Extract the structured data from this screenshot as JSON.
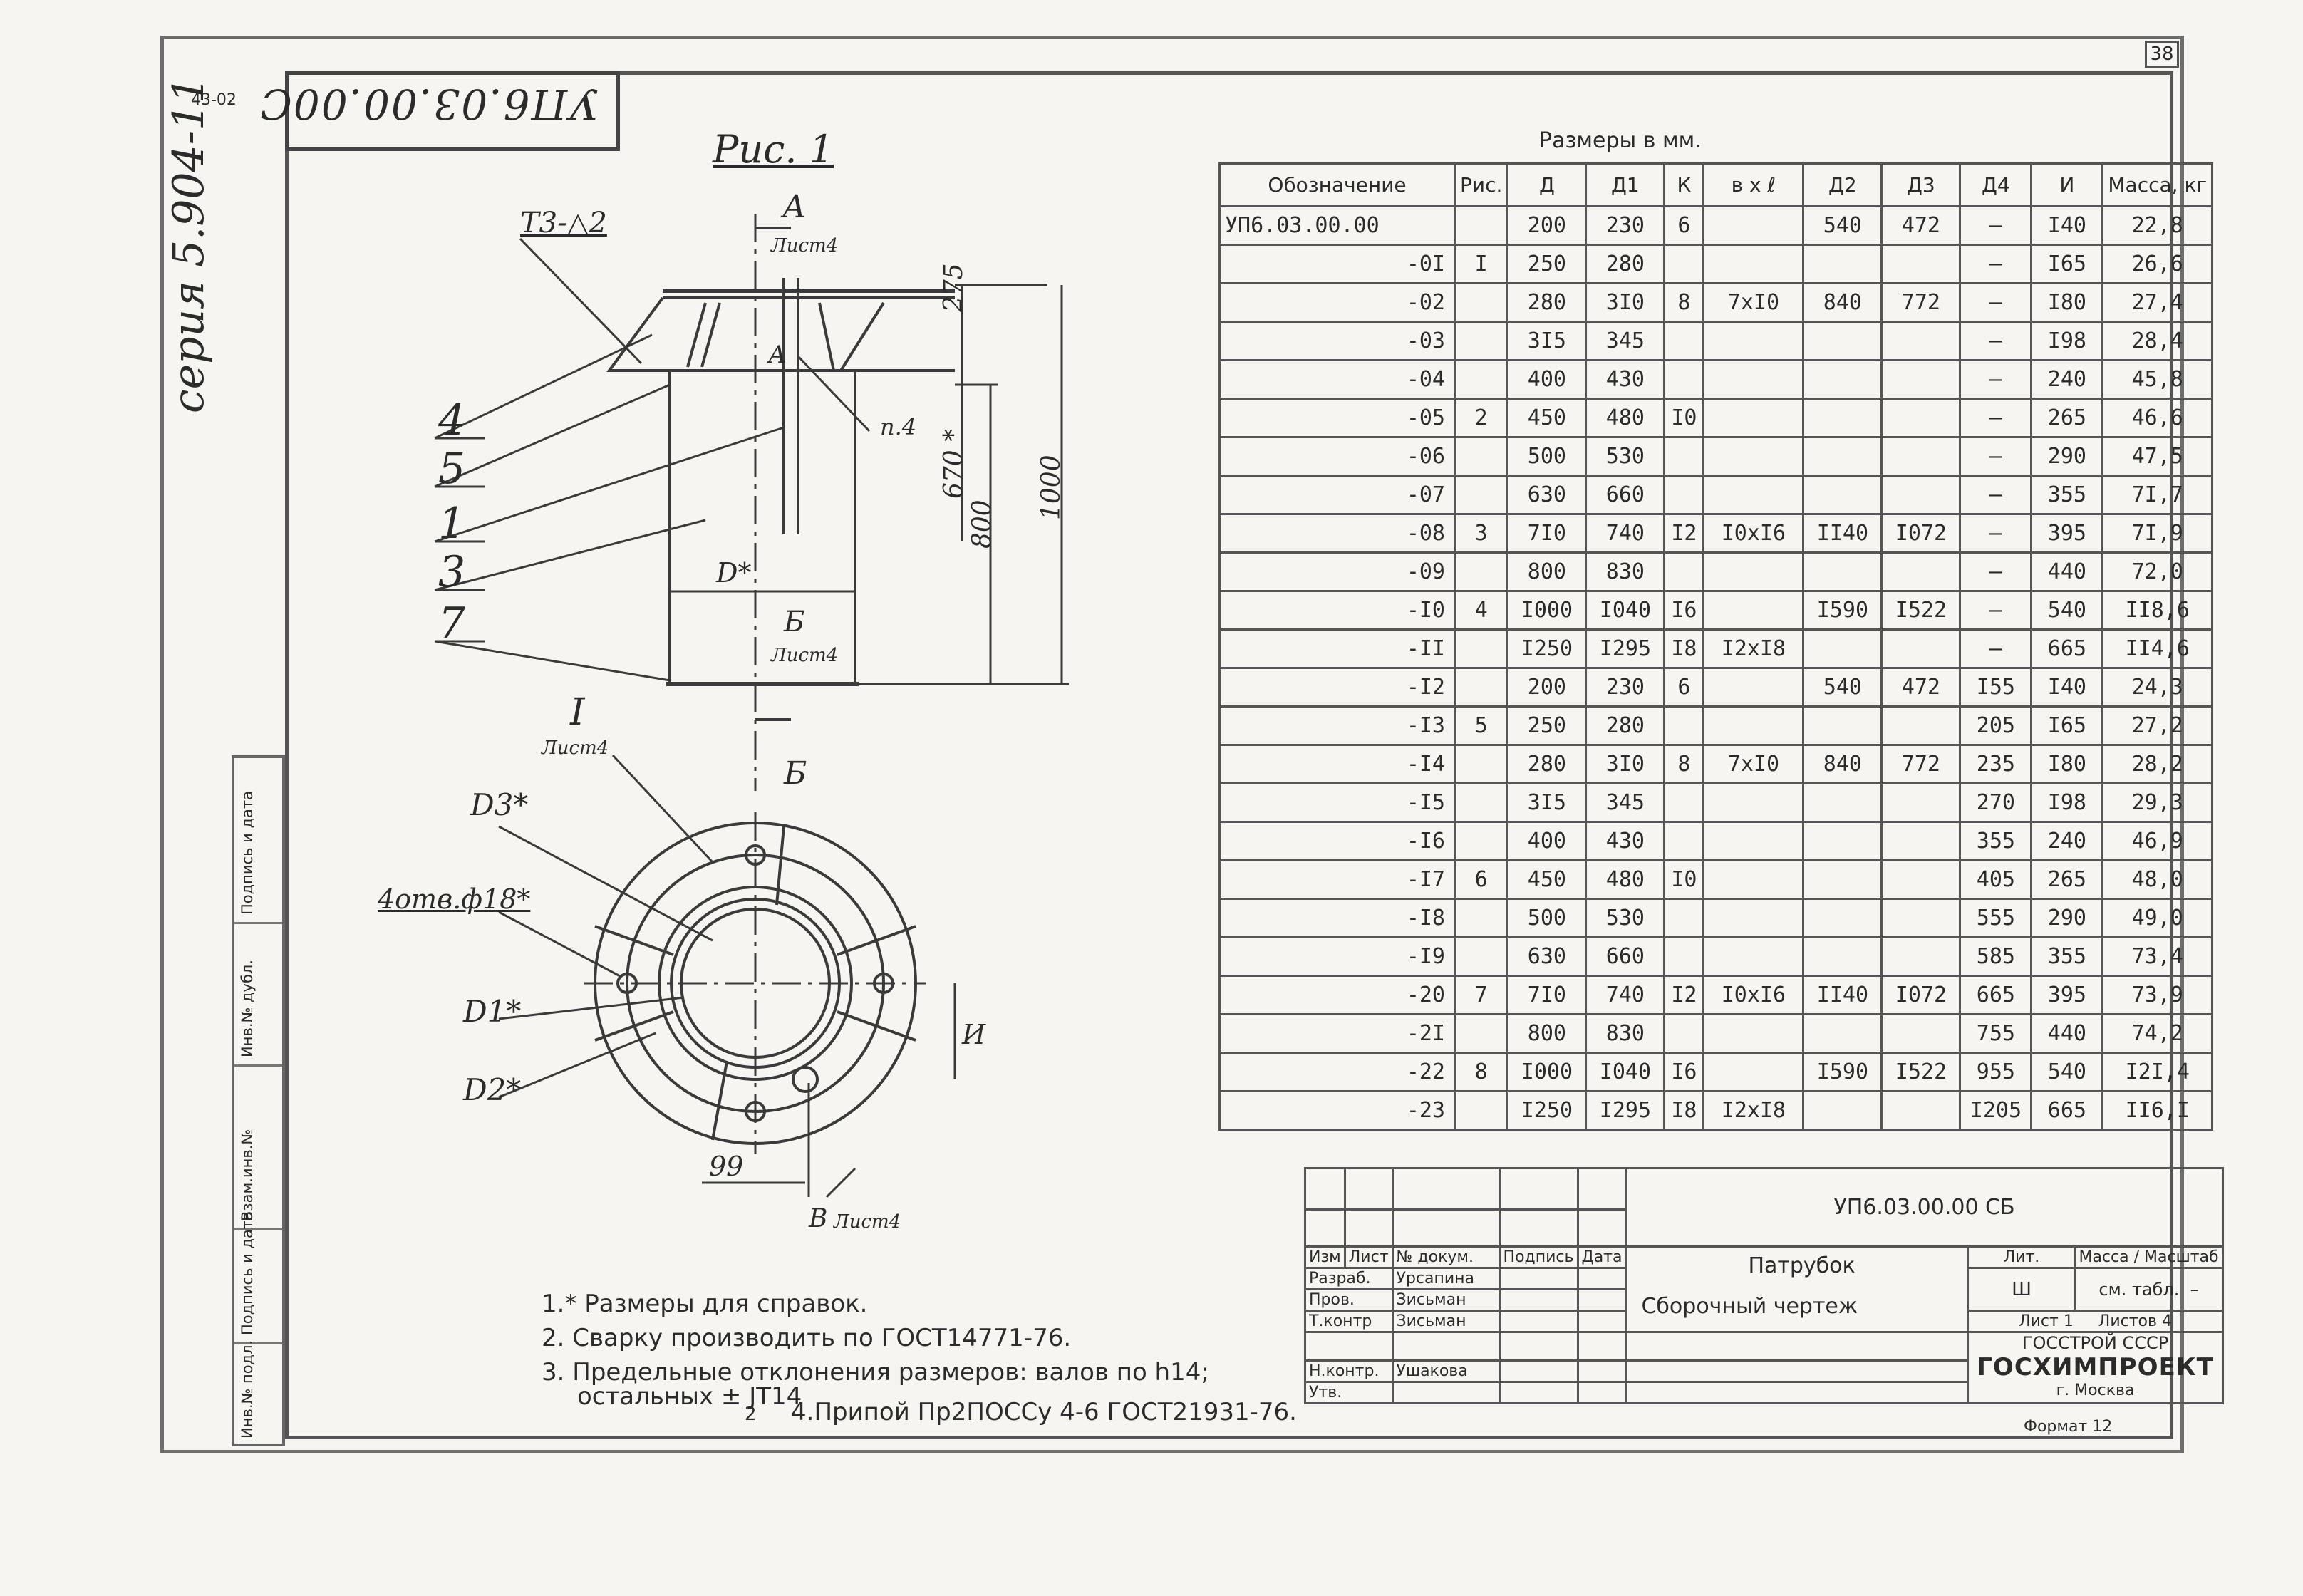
{
  "sheet": {
    "code": "УП6.03.00.00С",
    "sheet_number": "38",
    "series": "серия 5.904-11",
    "stamp_top": "43-02",
    "side_labels": [
      "Подпись и дата",
      "Инв.№ дубл.",
      "Взам.инв.№",
      "Подпись и дата",
      "Инв.№ подл."
    ]
  },
  "drawing": {
    "figure_label": "Рис. 1",
    "callouts": [
      "4",
      "5",
      "1",
      "3",
      "7"
    ],
    "weld_mark": "Т3-△2",
    "view_a": "А",
    "view_a_sheet": "Лист4",
    "view_b": "Б",
    "view_b_sheet": "Лист4",
    "view_b_bottom": "Б",
    "detail_i": "I",
    "detail_i_sheet": "Лист4",
    "dim_275": "275",
    "dim_670": "670 *",
    "dim_800": "800",
    "dim_1000": "1000",
    "dim_d": "D*",
    "hole_mark": "п.4",
    "label_d3": "D3*",
    "label_holes": "4отв.ф18*",
    "label_d1": "D1*",
    "label_d2": "D2*",
    "dim_99": "99",
    "dim_i": "И",
    "view_v": "В",
    "view_v_sheet": "Лист4"
  },
  "table": {
    "caption": "Размеры в мм.",
    "headers": [
      "Обозначение",
      "Рис.",
      "Д",
      "Д1",
      "К",
      "в х ℓ",
      "Д2",
      "Д3",
      "Д4",
      "И",
      "Масса, кг"
    ],
    "rows": [
      [
        "УП6.03.00.00",
        "",
        "200",
        "230",
        "6",
        "",
        "540",
        "472",
        "–",
        "I40",
        "22,8"
      ],
      [
        "-0I",
        "I",
        "250",
        "280",
        "",
        "",
        "",
        "",
        "–",
        "I65",
        "26,6"
      ],
      [
        "-02",
        "",
        "280",
        "3I0",
        "8",
        "7хI0",
        "840",
        "772",
        "–",
        "I80",
        "27,4"
      ],
      [
        "-03",
        "",
        "3I5",
        "345",
        "",
        "",
        "",
        "",
        "–",
        "I98",
        "28,4"
      ],
      [
        "-04",
        "",
        "400",
        "430",
        "",
        "",
        "",
        "",
        "–",
        "240",
        "45,8"
      ],
      [
        "-05",
        "2",
        "450",
        "480",
        "I0",
        "",
        "",
        "",
        "–",
        "265",
        "46,6"
      ],
      [
        "-06",
        "",
        "500",
        "530",
        "",
        "",
        "",
        "",
        "–",
        "290",
        "47,5"
      ],
      [
        "-07",
        "",
        "630",
        "660",
        "",
        "",
        "",
        "",
        "–",
        "355",
        "7I,7"
      ],
      [
        "-08",
        "3",
        "7I0",
        "740",
        "I2",
        "I0хI6",
        "II40",
        "I072",
        "–",
        "395",
        "7I,9"
      ],
      [
        "-09",
        "",
        "800",
        "830",
        "",
        "",
        "",
        "",
        "–",
        "440",
        "72,0"
      ],
      [
        "-I0",
        "4",
        "I000",
        "I040",
        "I6",
        "",
        "I590",
        "I522",
        "–",
        "540",
        "II8,6"
      ],
      [
        "-II",
        "",
        "I250",
        "I295",
        "I8",
        "I2хI8",
        "",
        "",
        "–",
        "665",
        "II4,6"
      ],
      [
        "-I2",
        "",
        "200",
        "230",
        "6",
        "",
        "540",
        "472",
        "I55",
        "I40",
        "24,3"
      ],
      [
        "-I3",
        "5",
        "250",
        "280",
        "",
        "",
        "",
        "",
        "205",
        "I65",
        "27,2"
      ],
      [
        "-I4",
        "",
        "280",
        "3I0",
        "8",
        "7хI0",
        "840",
        "772",
        "235",
        "I80",
        "28,2"
      ],
      [
        "-I5",
        "",
        "3I5",
        "345",
        "",
        "",
        "",
        "",
        "270",
        "I98",
        "29,3"
      ],
      [
        "-I6",
        "",
        "400",
        "430",
        "",
        "",
        "",
        "",
        "355",
        "240",
        "46,9"
      ],
      [
        "-I7",
        "6",
        "450",
        "480",
        "I0",
        "",
        "",
        "",
        "405",
        "265",
        "48,0"
      ],
      [
        "-I8",
        "",
        "500",
        "530",
        "",
        "",
        "",
        "",
        "555",
        "290",
        "49,0"
      ],
      [
        "-I9",
        "",
        "630",
        "660",
        "",
        "",
        "",
        "",
        "585",
        "355",
        "73,4"
      ],
      [
        "-20",
        "7",
        "7I0",
        "740",
        "I2",
        "I0хI6",
        "II40",
        "I072",
        "665",
        "395",
        "73,9"
      ],
      [
        "-2I",
        "",
        "800",
        "830",
        "",
        "",
        "",
        "",
        "755",
        "440",
        "74,2"
      ],
      [
        "-22",
        "8",
        "I000",
        "I040",
        "I6",
        "",
        "I590",
        "I522",
        "955",
        "540",
        "I2I,4"
      ],
      [
        "-23",
        "",
        "I250",
        "I295",
        "I8",
        "I2хI8",
        "",
        "",
        "I205",
        "665",
        "II6,I"
      ]
    ]
  },
  "title_block": {
    "doc_code": "УП6.03.00.00 СБ",
    "name": "Патрубок",
    "doc_type": "Сборочный чертеж",
    "col_izm": "Изм",
    "col_list": "Лист",
    "col_docnum": "№ докум.",
    "col_sign": "Подпись",
    "col_date": "Дата",
    "row_razrab": "Разраб.",
    "row_prov": "Пров.",
    "row_tkontr": "Т.контр",
    "row_nkontr": "Н.контр.",
    "row_utv": "Утв.",
    "name_razrab": "Урсапина",
    "name_prov": "Зисьман",
    "name_tkontr": "Зисьман",
    "name_nkontr": "Ушакова",
    "lit_label": "Лит.",
    "mass_label": "Масса",
    "scale_label": "Масштаб",
    "lit_value": "Ш",
    "mass_value": "см. табл.",
    "scale_value": "–",
    "sheet_label": "Лист",
    "sheet_value": "1",
    "sheets_label": "Листов",
    "sheets_value": "4",
    "org_top": "ГОССТРОЙ СССР",
    "org_name": "ГОСХИМПРОЕКТ",
    "org_city": "г. Москва",
    "format": "Формат 12"
  },
  "notes": [
    "1.* Размеры для справок.",
    "2. Сварку производить по ГОСТ14771-76.",
    "3. Предельные отклонения размеров: валов по h14;",
    "остальных ± JT14",
    "2",
    "4.Припой Пр2ПОССу 4-6 ГОСТ21931-76."
  ]
}
